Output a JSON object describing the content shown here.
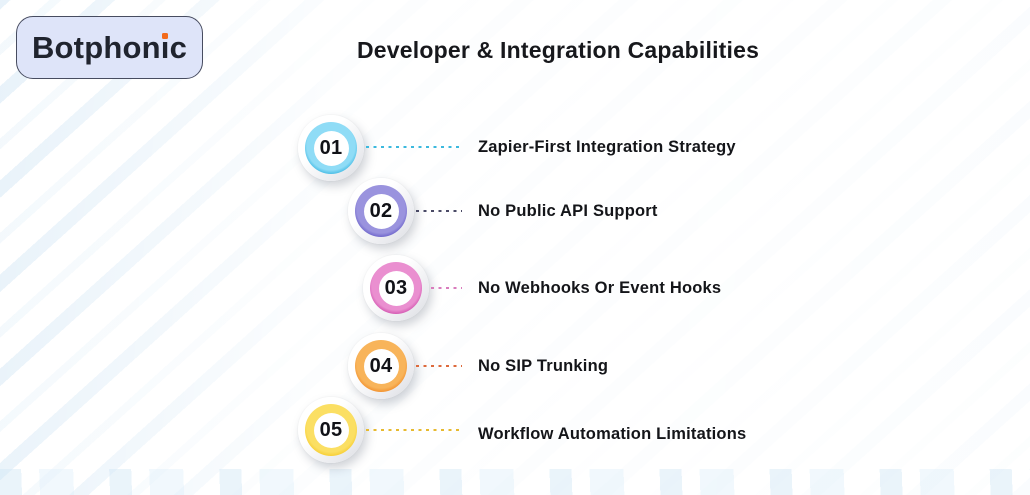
{
  "page": {
    "title": "Developer & Integration Capabilities"
  },
  "logo": {
    "full_text": "Botphonic",
    "text_before_i": "Botphon",
    "dotless_i": "ı",
    "text_after_i": "c",
    "accent_dot_color": "#f26a1b",
    "background_color": "#dee4f9",
    "border_color": "#474c60"
  },
  "items": [
    {
      "number": "01",
      "label": "Zapier-First Integration Strategy",
      "colors": {
        "light": "#8fdcf6",
        "main": "#27aede",
        "dark": "#0f8ec9",
        "dash": "#3cb9de"
      }
    },
    {
      "number": "02",
      "label": "No Public API Support",
      "colors": {
        "light": "#9a93de",
        "main": "#5b51c3",
        "dark": "#4a41ab",
        "dash": "#4a4a66"
      }
    },
    {
      "number": "03",
      "label": "No Webhooks Or Event Hooks",
      "colors": {
        "light": "#ea8fd0",
        "main": "#ca3fa4",
        "dark": "#b32e90",
        "dash": "#d97cbd"
      }
    },
    {
      "number": "04",
      "label": "No SIP Trunking",
      "colors": {
        "light": "#f8b45a",
        "main": "#f0821c",
        "dark": "#e56d0f",
        "dash": "#dd6a3c"
      }
    },
    {
      "number": "05",
      "label": "Workflow Automation Limitations",
      "colors": {
        "light": "#fbdf63",
        "main": "#f6c71e",
        "dark": "#ecb60f",
        "dash": "#e7ba30"
      }
    }
  ]
}
